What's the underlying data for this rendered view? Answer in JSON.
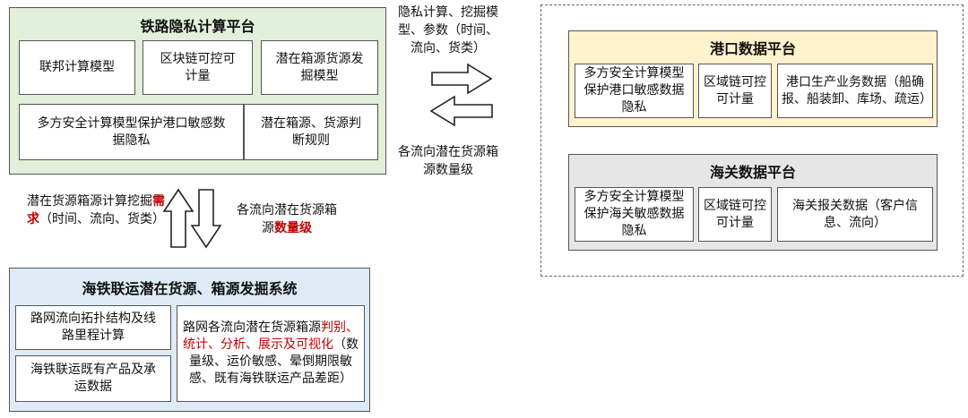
{
  "rail": {
    "title": "铁路隐私计算平台",
    "federated": "联邦计算模型",
    "blockchain": "区块链可控可计量",
    "potential_model": "潜在箱源货源发掘模型",
    "mpc": "多方安全计算模型保护港口敏感数据隐私",
    "rules": "潜在箱源、货源判断规则"
  },
  "exchange_top": {
    "send_text": "隐私计算、挖掘模型、参数（时间、流向、货类）",
    "return_text": "各流向潜在货源箱源数量级"
  },
  "exchange_left": {
    "up_part1": "潜在货源箱源计算挖掘",
    "up_highlight": "需求",
    "up_part2": "（时间、流向、货类）",
    "down_part1": "各流向潜在货源箱源",
    "down_highlight": "数量级"
  },
  "port": {
    "title": "港口数据平台",
    "mpc": "多方安全计算模型保护港口敏感数据隐私",
    "blockchain": "区域链可控可计量",
    "business": "港口生产业务数据（船确报、船装卸、库场、疏运）"
  },
  "customs": {
    "title": "海关数据平台",
    "mpc": "多方安全计算模型保护海关敏感数据隐私",
    "blockchain": "区域链可控可计量",
    "declaration": "海关报关数据（客户信息、流向）"
  },
  "system": {
    "title": "海铁联运潜在货源、箱源发掘系统",
    "topology": "路网流向拓扑结构及线路里程计算",
    "products": "海铁联运既有产品及承运数据",
    "analysis_part1": "路网各流向潜在货源箱源",
    "analysis_highlight": "判别、统计、分析、展示及可视化",
    "analysis_part2": "（数量级、运价敏感、晕倒期限敏感、既有海铁联运产品差距）"
  }
}
